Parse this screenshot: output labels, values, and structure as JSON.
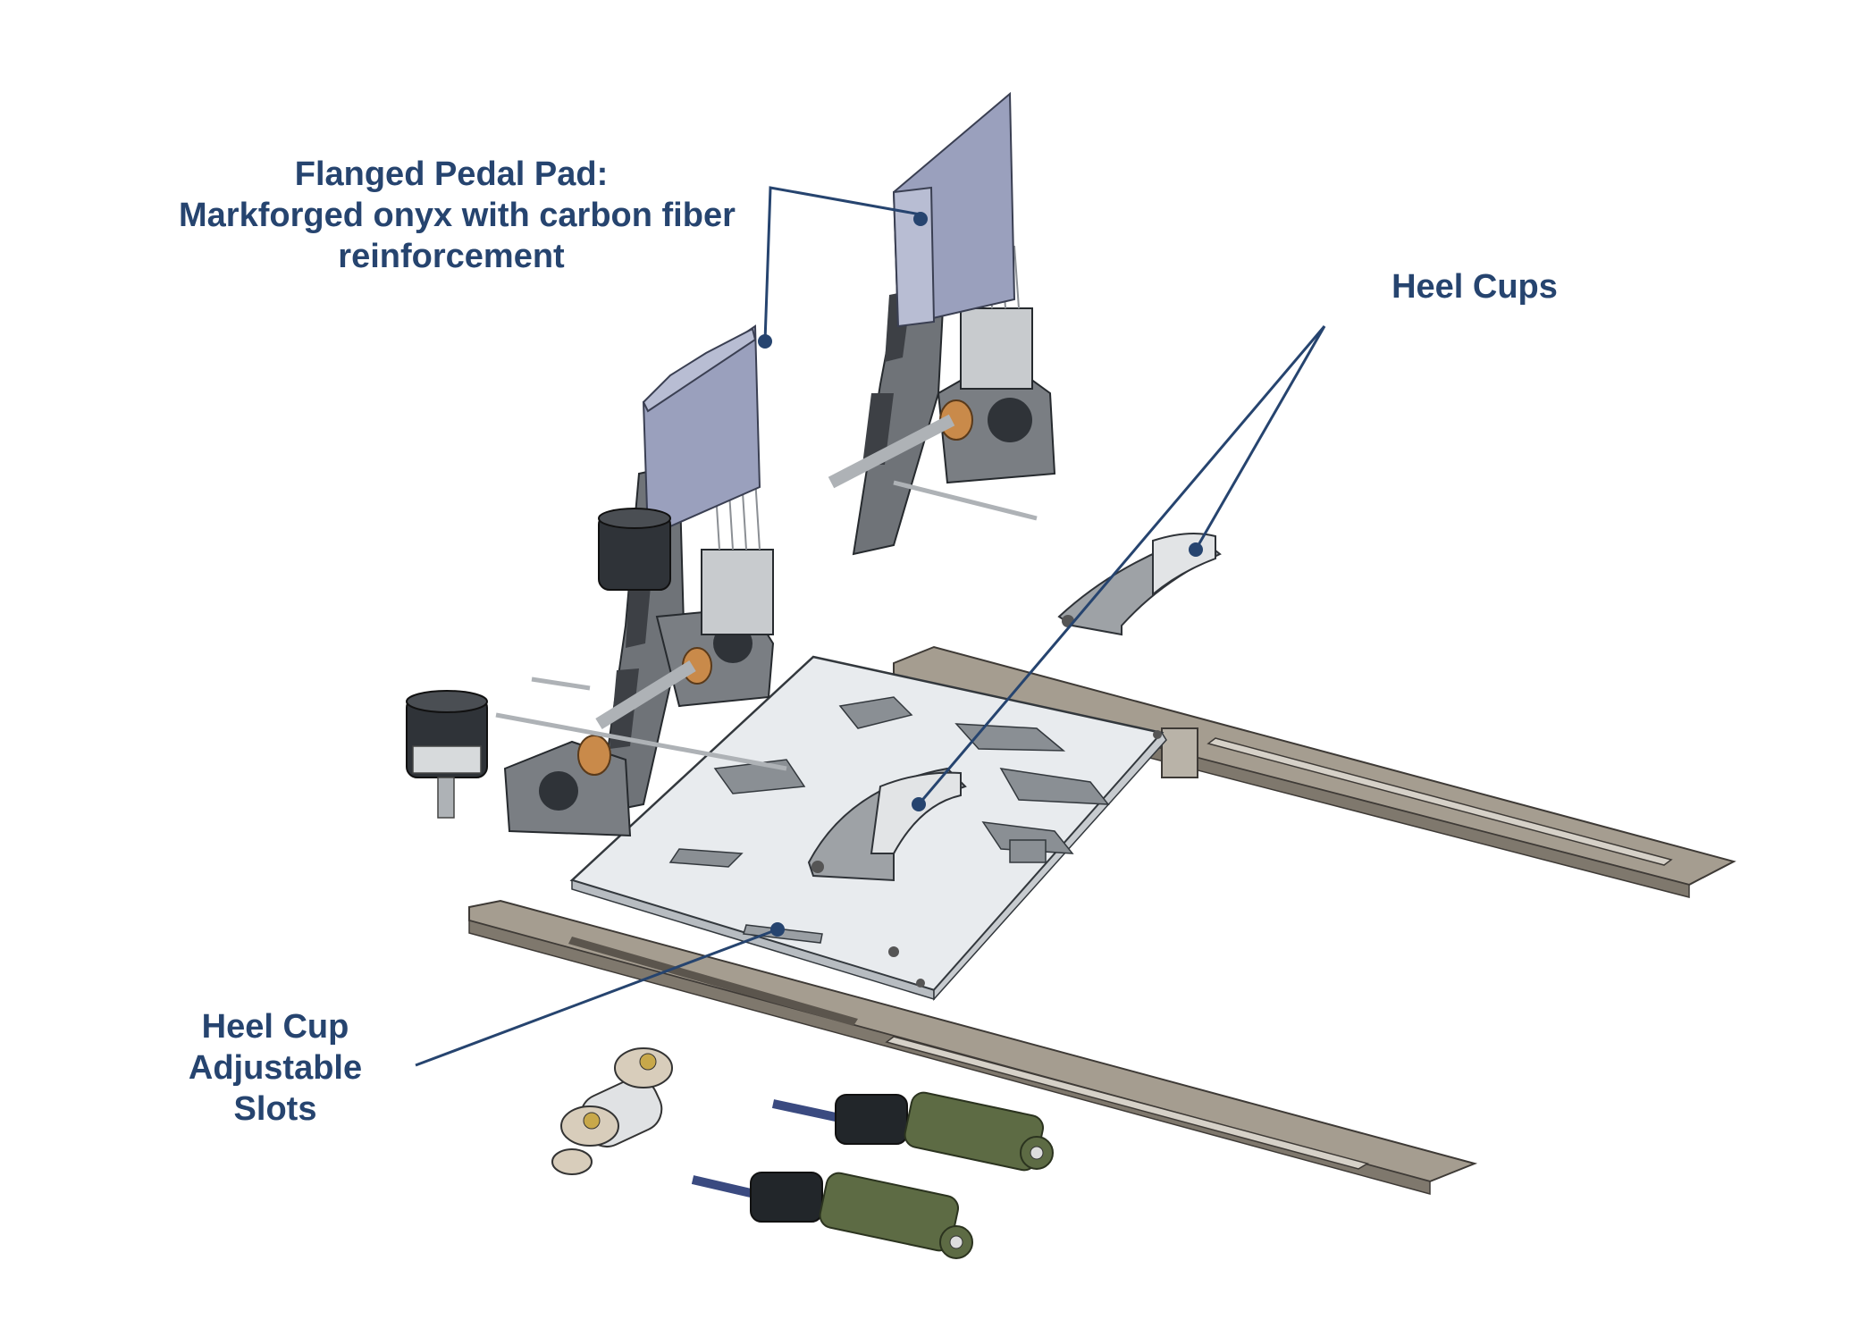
{
  "diagram": {
    "callouts": [
      {
        "id": "pedal-pad",
        "lines": [
          "Flanged Pedal Pad:",
          "Markforged onyx with carbon fiber",
          "reinforcement"
        ]
      },
      {
        "id": "heel-cups",
        "lines": [
          "Heel Cups"
        ]
      },
      {
        "id": "adjustable-slots",
        "lines": [
          "Heel Cup",
          "Adjustable",
          "Slots"
        ]
      }
    ],
    "colors": {
      "label_text": "#26446f",
      "leader_line": "#26446f",
      "pedal_pad": "#9aa0bd",
      "frame_metal": "#6f7378",
      "base_plate": "#e8ebee",
      "rail": "#a59d90",
      "bushing": "#c98a4a",
      "cylinder": "#5d6b44",
      "background": "#ffffff"
    }
  }
}
